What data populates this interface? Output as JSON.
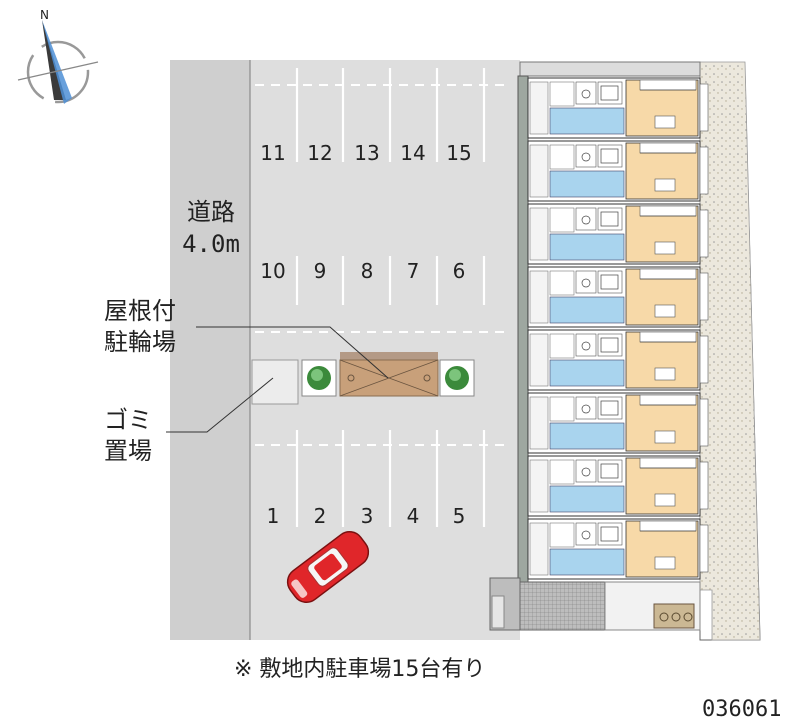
{
  "compass": {
    "north_label": "N"
  },
  "road": {
    "name": "道路",
    "width": "4.0m"
  },
  "parking": {
    "top_row": [
      "11",
      "12",
      "13",
      "14",
      "15"
    ],
    "middle_row": [
      "10",
      "9",
      "8",
      "7",
      "6"
    ],
    "bottom_row": [
      "1",
      "2",
      "3",
      "4",
      "5"
    ]
  },
  "labels": {
    "bike_line1": "屋根付",
    "bike_line2": "駐輪場",
    "garbage_line1": "ゴミ",
    "garbage_line2": "置場"
  },
  "building": {
    "unit_rows": 8
  },
  "note": "※ 敷地内駐車場15台有り",
  "code": "036061",
  "colors": {
    "lot": "#dedede",
    "road": "#cfcfcf",
    "room_orange": "#f7d9a8",
    "room_blue": "#a9d4ee",
    "car_red": "#e0262a",
    "shelter": "#c8a07a",
    "gravel": "#e8e3d6"
  }
}
